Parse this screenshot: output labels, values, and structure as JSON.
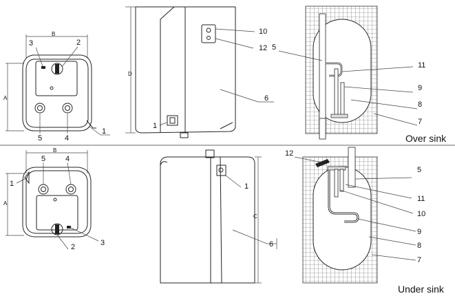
{
  "captions": {
    "over_sink": "Over sink",
    "under_sink": "Under sink"
  },
  "dims": {
    "width": "B",
    "height": "A",
    "depth_top": "D",
    "depth_bottom": "C"
  },
  "over": {
    "front": {
      "l3": "3",
      "l2": "2",
      "l5": "5",
      "l4": "4",
      "l1": "1"
    },
    "side": {
      "l10": "10",
      "l12": "12",
      "l6": "6",
      "l1": "1"
    },
    "section": {
      "l5": "5",
      "l11": "11",
      "l9": "9",
      "l8": "8",
      "l7": "7"
    }
  },
  "under": {
    "front": {
      "l5": "5",
      "l4": "4",
      "l1": "1",
      "l2": "2",
      "l3": "3"
    },
    "side": {
      "l1": "1",
      "l6": "6"
    },
    "section": {
      "l12": "12",
      "l5": "5",
      "l11": "11",
      "l10": "10",
      "l9": "9",
      "l8": "8",
      "l7": "7"
    }
  }
}
